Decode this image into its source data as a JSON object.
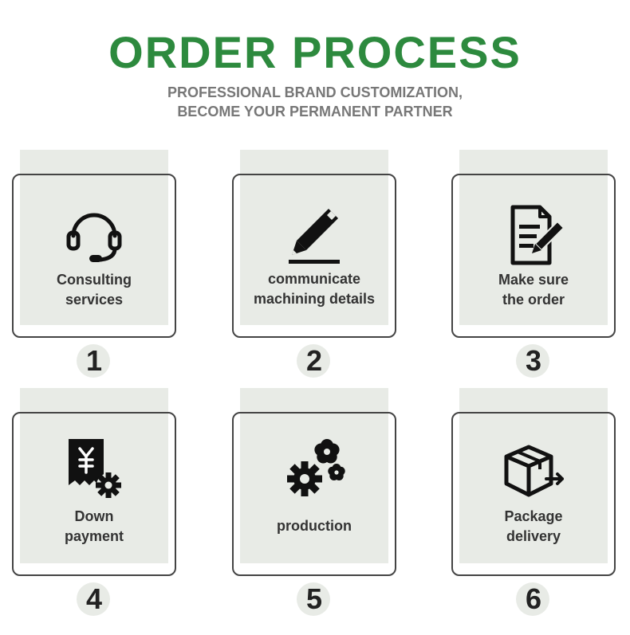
{
  "header": {
    "title": "ORDER PROCESS",
    "subtitle_line1": "PROFESSIONAL BRAND CUSTOMIZATION,",
    "subtitle_line2": "BECOME YOUR PERMANENT PARTNER"
  },
  "colors": {
    "title": "#2d8a3e",
    "subtitle": "#777777",
    "panel": "#e8ebe6",
    "icon": "#111111"
  },
  "steps": [
    {
      "number": "1",
      "line1": "Consulting",
      "line2": "services",
      "icon": "headset-icon"
    },
    {
      "number": "2",
      "line1": "communicate",
      "line2": "machining details",
      "icon": "pencil-icon"
    },
    {
      "number": "3",
      "line1": "Make sure",
      "line2": "the order",
      "icon": "document-edit-icon"
    },
    {
      "number": "4",
      "line1": "Down",
      "line2": "payment",
      "icon": "payment-gear-icon"
    },
    {
      "number": "5",
      "line1": "production",
      "line2": "",
      "icon": "gears-icon"
    },
    {
      "number": "6",
      "line1": "Package",
      "line2": "delivery",
      "icon": "package-delivery-icon"
    }
  ]
}
